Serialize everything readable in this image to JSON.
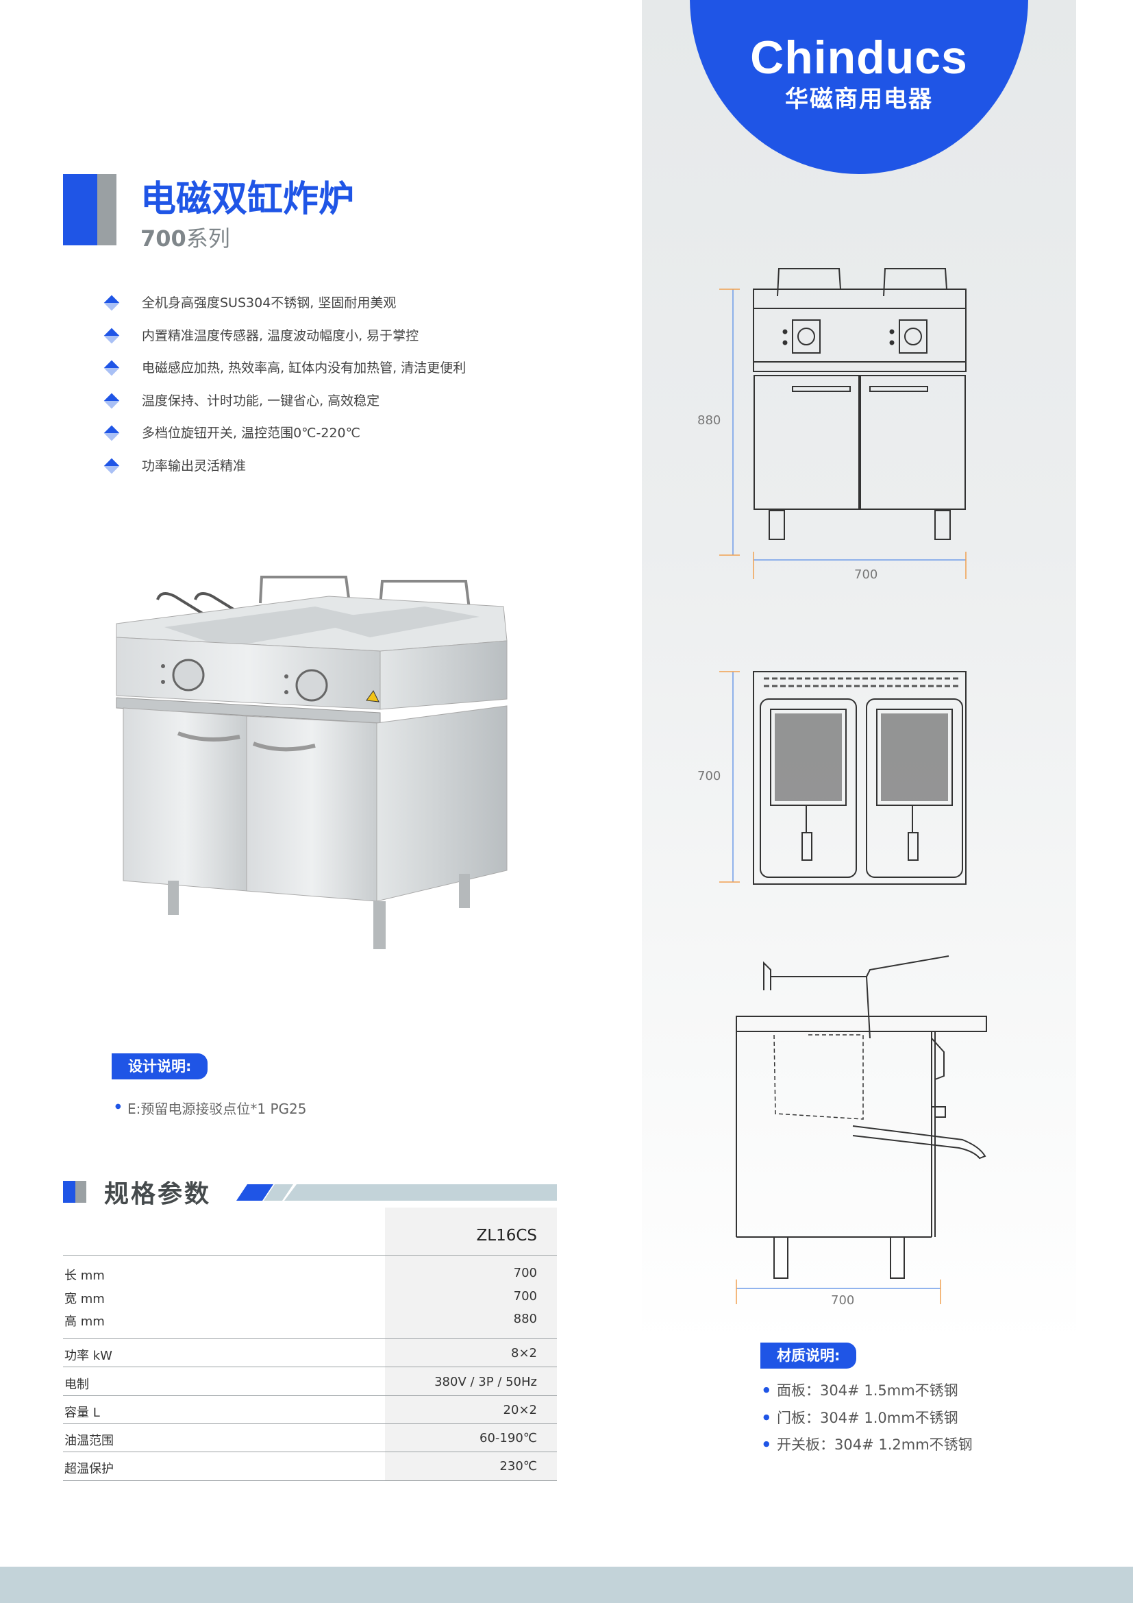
{
  "brand": {
    "name": "Chinducs",
    "name_cn": "华磁商用电器"
  },
  "product": {
    "title": "电磁双缸炸炉",
    "series_number": "700",
    "series_word": "系列"
  },
  "features": [
    "全机身高强度SUS304不锈钢, 坚固耐用美观",
    "内置精准温度传感器, 温度波动幅度小, 易于掌控",
    "电磁感应加热, 热效率高, 缸体内没有加热管, 清洁更便利",
    "温度保持、计时功能, 一键省心, 高效稳定",
    "多档位旋钮开关, 温控范围0℃-220℃",
    "功率输出灵活精准"
  ],
  "design": {
    "tag": "设计说明:",
    "note": "E:预留电源接驳点位*1 PG25"
  },
  "specs": {
    "title": "规格参数",
    "model": "ZL16CS",
    "rows": [
      {
        "label": "长 mm",
        "value": "700"
      },
      {
        "label": "宽 mm",
        "value": "700"
      },
      {
        "label": "高 mm",
        "value": "880"
      },
      {
        "label": "功率 kW",
        "value": "8×2"
      },
      {
        "label": "电制",
        "value": "380V / 3P / 50Hz"
      },
      {
        "label": "容量 L",
        "value": "20×2"
      },
      {
        "label": "油温范围",
        "value": "60-190℃"
      },
      {
        "label": "超温保护",
        "value": "230℃"
      }
    ]
  },
  "dimensions": {
    "front_height": "880",
    "front_width": "700",
    "top_depth": "700",
    "side_width": "700"
  },
  "material": {
    "tag": "材质说明:",
    "items": [
      "面板：304# 1.5mm不锈钢",
      "门板：304# 1.0mm不锈钢",
      "开关板：304# 1.2mm不锈钢"
    ]
  },
  "colors": {
    "accent": "#1f55e6",
    "panel": "#e9ecec",
    "footer": "#c3d3d9"
  }
}
